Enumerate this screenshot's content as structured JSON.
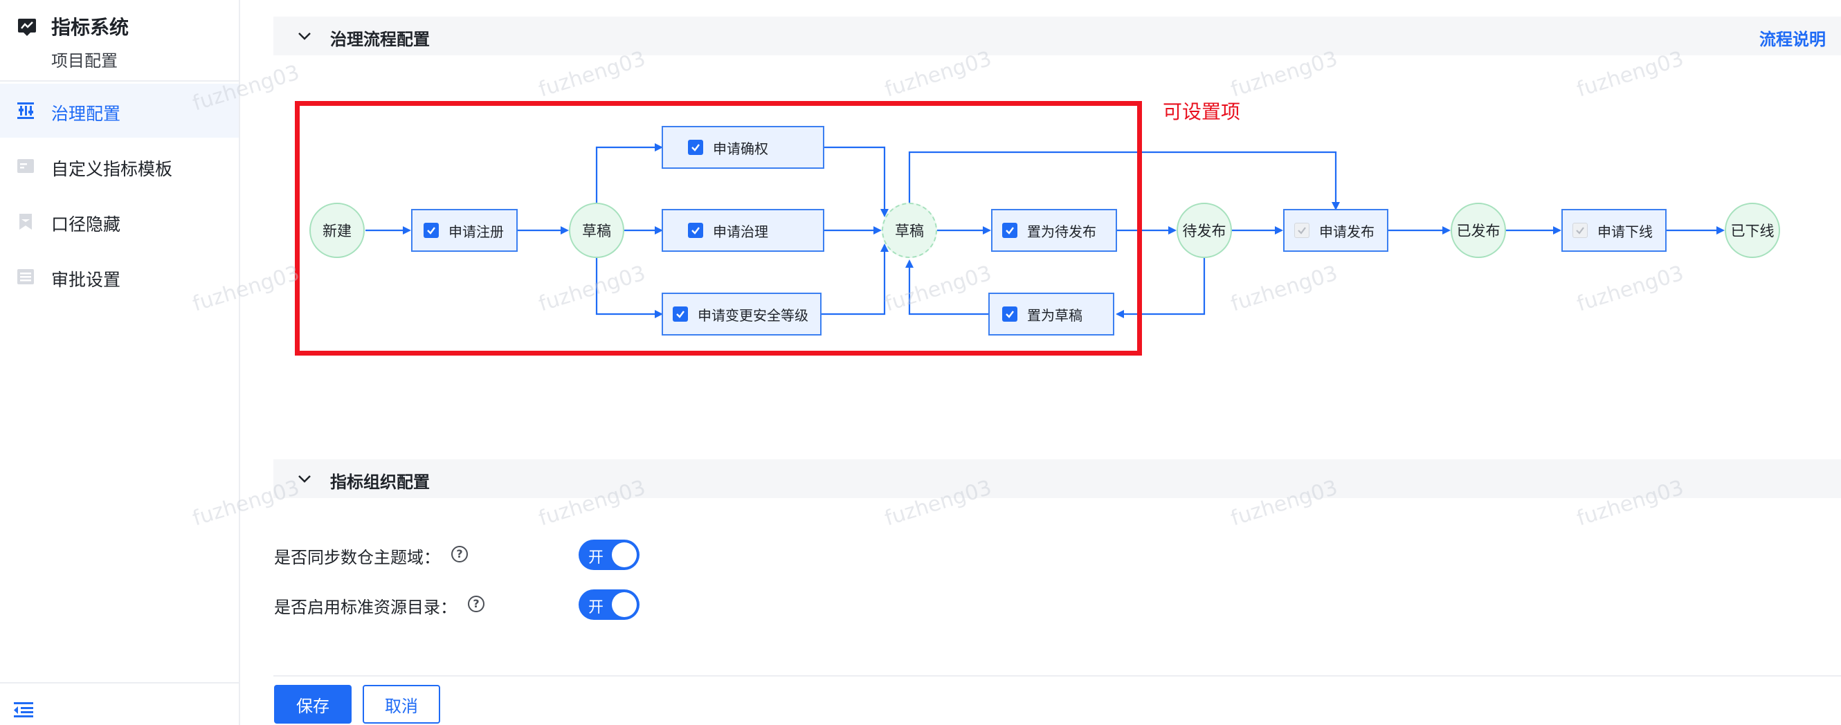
{
  "app": {
    "title": "指标系统",
    "subtitle": "项目配置"
  },
  "sidebar": {
    "items": [
      {
        "label": "治理配置",
        "active": true
      },
      {
        "label": "自定义指标模板",
        "active": false
      },
      {
        "label": "口径隐藏",
        "active": false
      },
      {
        "label": "审批设置",
        "active": false
      }
    ]
  },
  "sections": {
    "governance": {
      "title": "治理流程配置",
      "link": "流程说明"
    },
    "organization": {
      "title": "指标组织配置"
    }
  },
  "flow": {
    "states": {
      "new": "新建",
      "draft1": "草稿",
      "draft2": "草稿",
      "pending": "待发布",
      "published": "已发布",
      "offline": "已下线"
    },
    "actions": {
      "register": {
        "label": "申请注册",
        "checked": true
      },
      "confirm": {
        "label": "申请确权",
        "checked": true
      },
      "govern": {
        "label": "申请治理",
        "checked": true
      },
      "change_level": {
        "label": "申请变更安全等级",
        "checked": true
      },
      "set_pending": {
        "label": "置为待发布",
        "checked": true
      },
      "set_draft": {
        "label": "置为草稿",
        "checked": true
      },
      "publish": {
        "label": "申请发布",
        "checked": true,
        "disabled": true
      },
      "offline": {
        "label": "申请下线",
        "checked": true,
        "disabled": true
      }
    },
    "callout": "可设置项"
  },
  "form": {
    "sync_theme": {
      "label": "是否同步数仓主题域：",
      "toggle": "开"
    },
    "std_catalog": {
      "label": "是否启用标准资源目录：",
      "toggle": "开"
    },
    "help": "?"
  },
  "buttons": {
    "save": "保存",
    "cancel": "取消"
  },
  "watermark": "fuzheng03",
  "colors": {
    "primary": "#1f6bf5",
    "highlight": "#f01420",
    "state_fill": "#e8f8ee",
    "node_fill": "#eaf2ff"
  }
}
